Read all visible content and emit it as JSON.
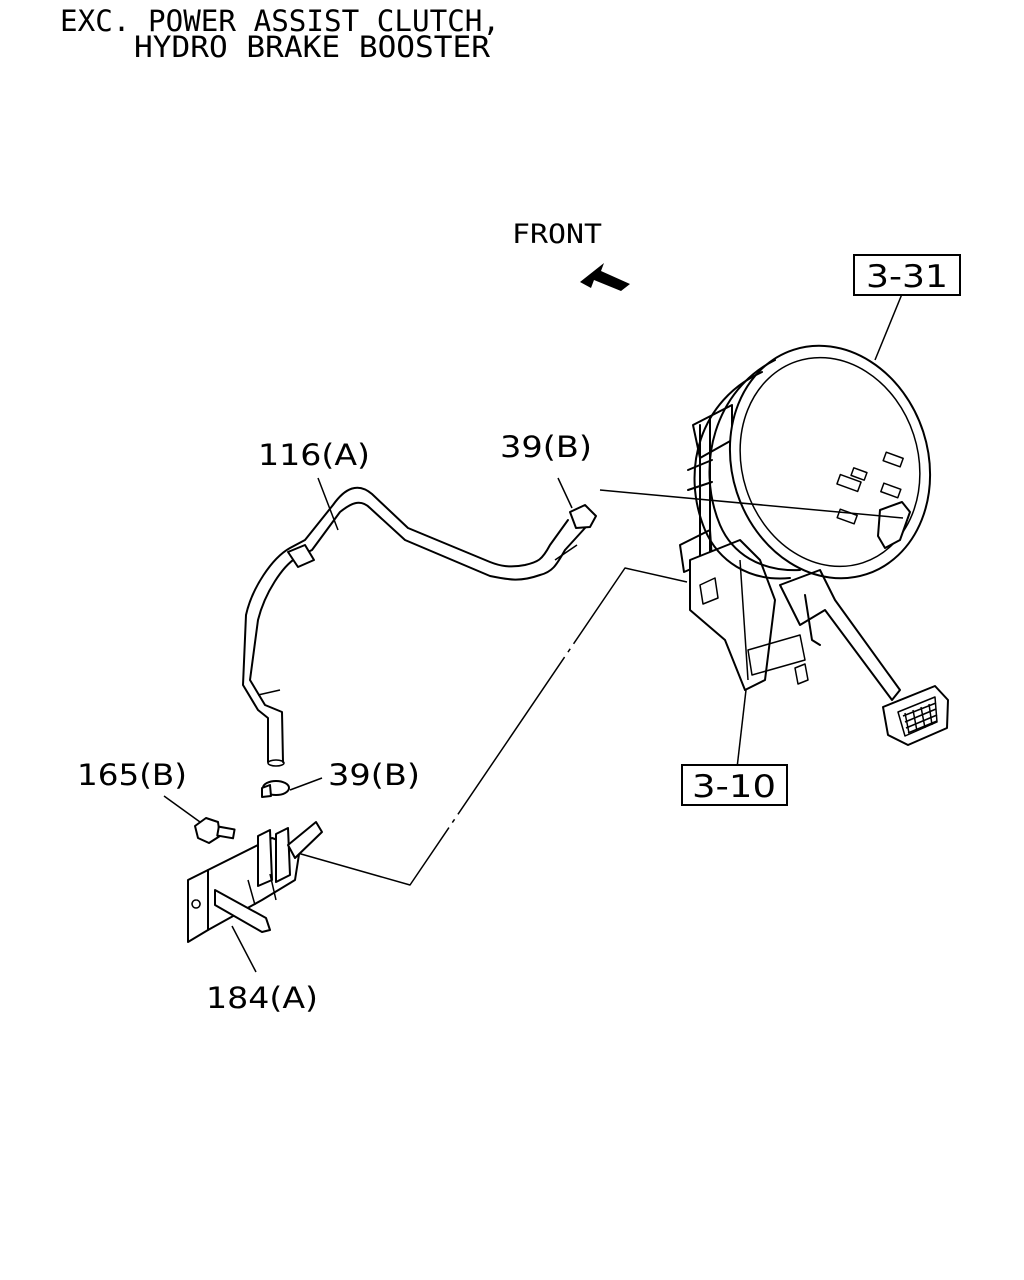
{
  "title": {
    "line1": "EXC. POWER ASSIST CLUTCH,",
    "line2": "HYDRO BRAKE BOOSTER"
  },
  "orientation": {
    "label": "FRONT",
    "icon": "arrow-front-icon"
  },
  "callouts": {
    "hose": "116(A)",
    "clip_upper": "39(B)",
    "clip_lower": "39(B)",
    "bolt": "165(B)",
    "bracket": "184(A)"
  },
  "references": {
    "booster": "3-31",
    "pedal": "3-10"
  }
}
